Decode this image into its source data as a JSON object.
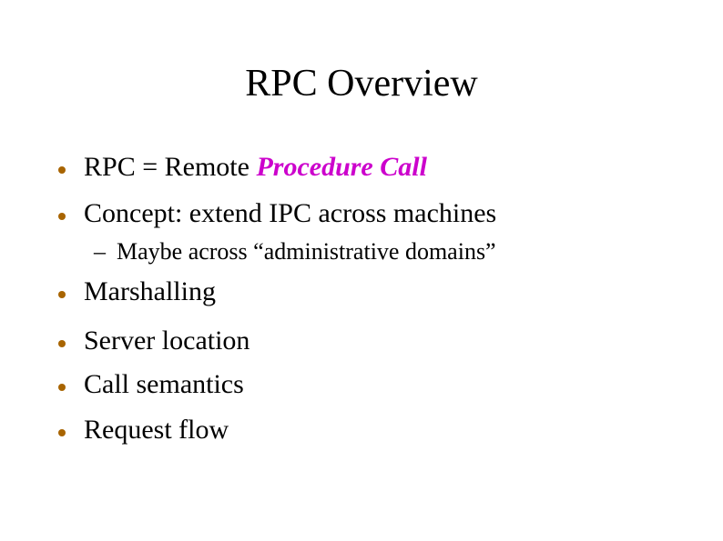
{
  "slide": {
    "title": "RPC Overview",
    "colors": {
      "background": "#ffffff",
      "text": "#000000",
      "emphasis": "#cc00cc",
      "bullet": "#a86400"
    },
    "bullets": [
      {
        "level": 1,
        "runs": [
          {
            "text": "RPC = Remote ",
            "style": "normal"
          },
          {
            "text": "Procedure Call",
            "style": "emphasis"
          }
        ]
      },
      {
        "level": 1,
        "runs": [
          {
            "text": "Concept: extend IPC across machines",
            "style": "normal"
          }
        ]
      },
      {
        "level": 2,
        "marker": "–",
        "runs": [
          {
            "text": "Maybe across “administrative domains”",
            "style": "normal"
          }
        ]
      },
      {
        "level": 1,
        "runs": [
          {
            "text": "Marshalling",
            "style": "normal"
          }
        ]
      },
      {
        "level": 1,
        "runs": [
          {
            "text": "Server location",
            "style": "normal"
          }
        ]
      },
      {
        "level": 1,
        "runs": [
          {
            "text": "Call semantics",
            "style": "normal"
          }
        ]
      },
      {
        "level": 1,
        "runs": [
          {
            "text": "Request flow",
            "style": "normal"
          }
        ]
      }
    ]
  }
}
